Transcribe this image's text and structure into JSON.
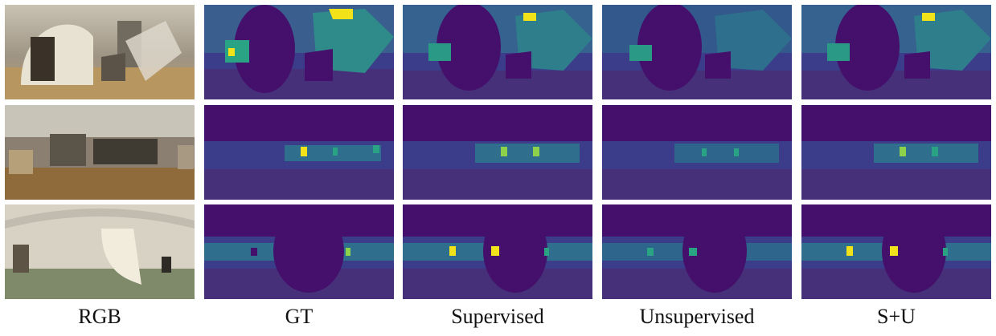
{
  "figure": {
    "column_labels": [
      "RGB",
      "GT",
      "Supervised",
      "Unsupervised",
      "S+U"
    ],
    "rows": [
      {
        "scene": "room-with-curved-wall-and-staircase"
      },
      {
        "scene": "hallway-with-display-cases"
      },
      {
        "scene": "corridor-with-arches"
      }
    ],
    "colors": {
      "depth_far": "#45106b",
      "depth_mid": "#3a5f8f",
      "depth_near": "#2aa384",
      "depth_closest": "#f2e21a"
    }
  }
}
